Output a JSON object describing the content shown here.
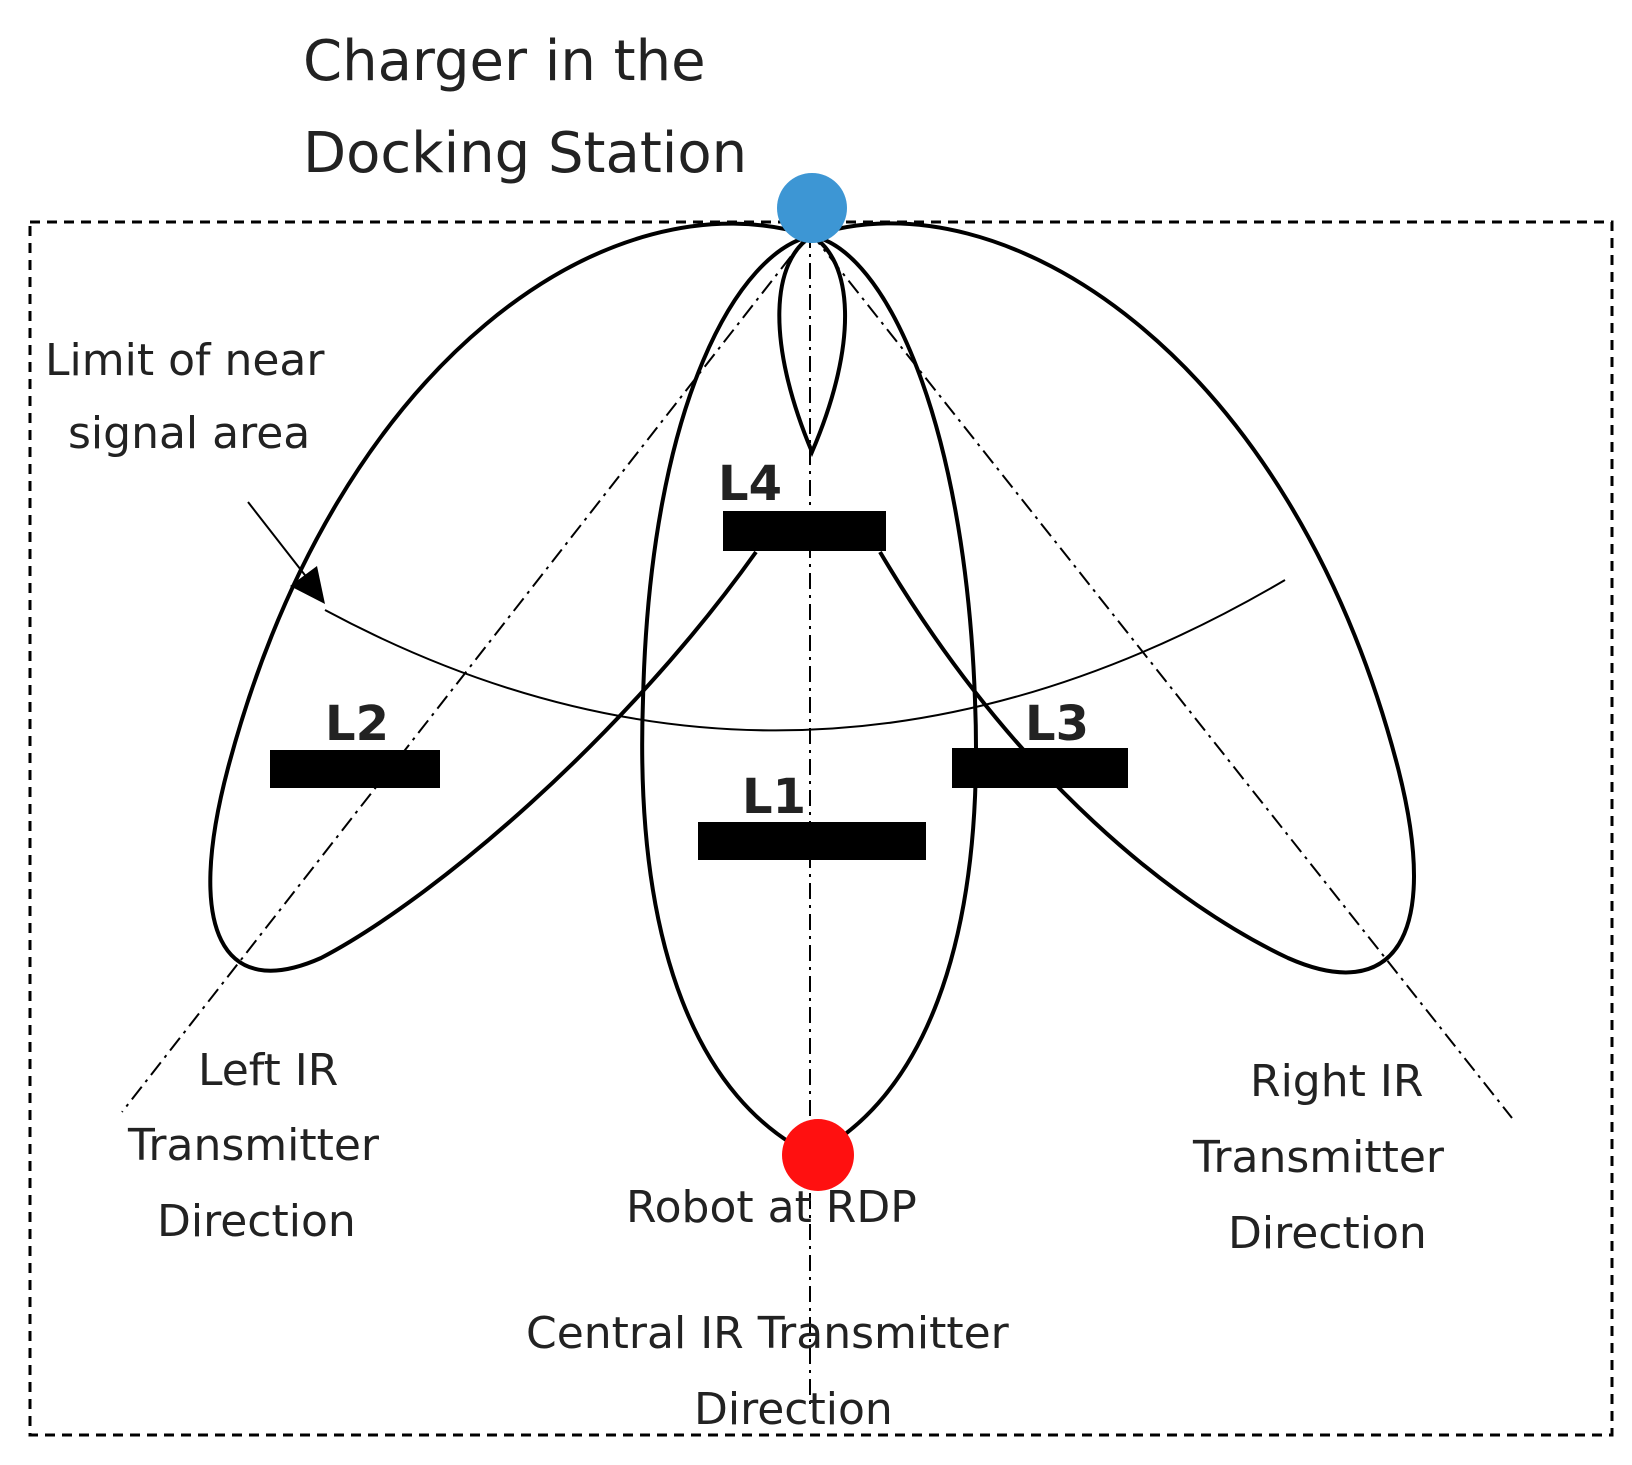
{
  "title": {
    "line1": "Charger in the",
    "line2": "Docking Station"
  },
  "labels": {
    "near_limit": [
      "Limit of near",
      "signal area"
    ],
    "left_dir": [
      "Left IR",
      "Transmitter",
      "Direction"
    ],
    "right_dir": [
      "Right IR",
      "Transmitter",
      "Direction"
    ],
    "central_dir": [
      "Central IR Transmitter",
      "Direction"
    ],
    "robot": "Robot at RDP"
  },
  "receivers": {
    "l1": "L1",
    "l2": "L2",
    "l3": "L3",
    "l4": "L4"
  },
  "colors": {
    "charger": "#3d96d4",
    "robot": "#ff1010",
    "stroke": "#000000"
  }
}
